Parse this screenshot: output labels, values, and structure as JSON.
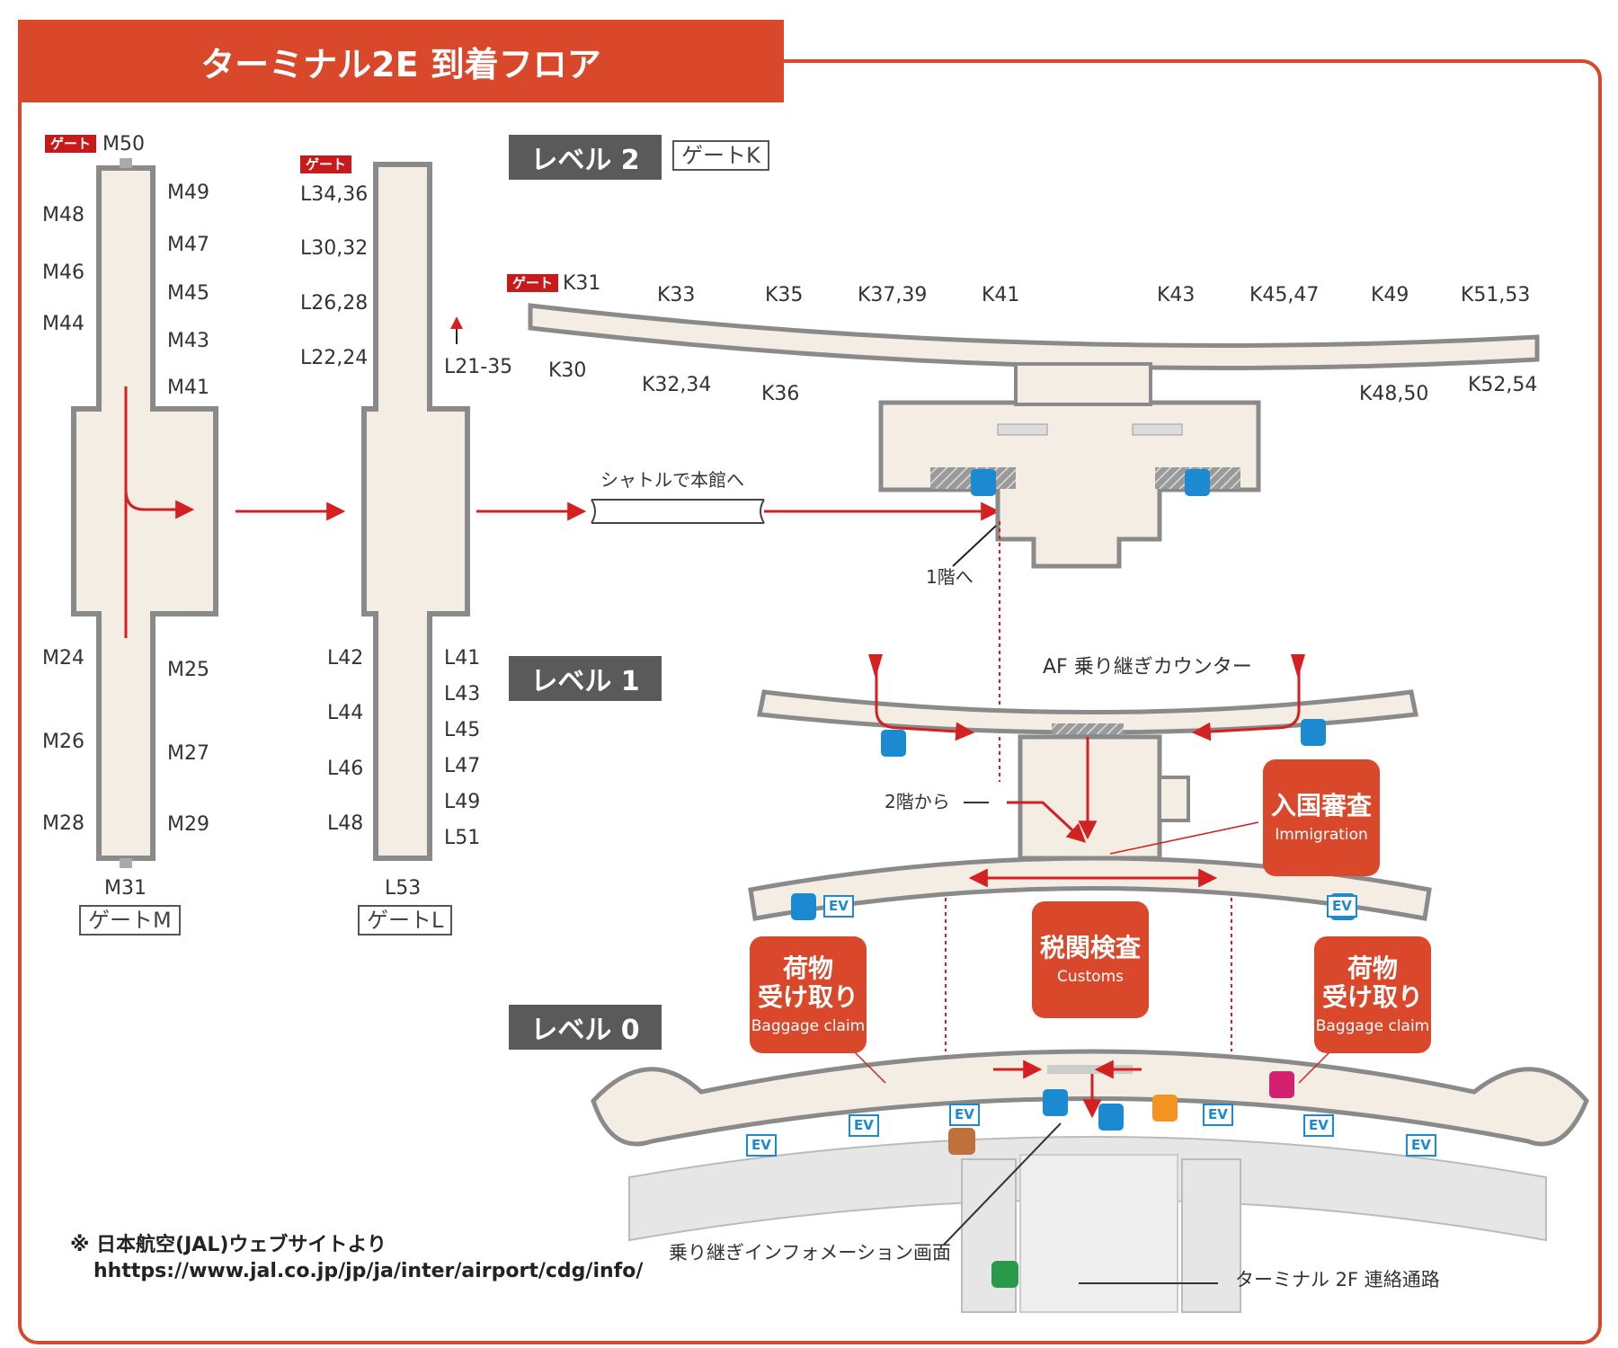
{
  "title": "ターミナル2E 到着フロア",
  "gate_tag": "ゲート",
  "levels": {
    "l2": "レベル 2",
    "l1": "レベル 1",
    "l0": "レベル 0"
  },
  "gate_boxes": {
    "k": "ゲートK",
    "m": "ゲートM",
    "l": "ゲートL"
  },
  "m_pier": {
    "top": "M50",
    "bottom": "M31",
    "left_gates": [
      "M48",
      "M46",
      "M44",
      "M24",
      "M26",
      "M28"
    ],
    "right_gates": [
      "M49",
      "M47",
      "M45",
      "M43",
      "M41",
      "M25",
      "M27",
      "M29"
    ]
  },
  "l_pier": {
    "bottom": "L53",
    "left_gates": [
      "L34,36",
      "L30,32",
      "L26,28",
      "L22,24",
      "L42",
      "L44",
      "L46",
      "L48"
    ],
    "right_gates": [
      "L41",
      "L43",
      "L45",
      "L47",
      "L49",
      "L51"
    ],
    "arrow_label": "L21-35"
  },
  "k_pier": {
    "top_gates": [
      "K31",
      "K33",
      "K35",
      "K37,39",
      "K41",
      "K43",
      "K45,47",
      "K49",
      "K51,53"
    ],
    "bottom_gates": [
      "K30",
      "K32,34",
      "K36",
      "K48,50",
      "K52,54"
    ]
  },
  "labels": {
    "shuttle": "シャトルで本館へ",
    "to_floor1": "1階へ",
    "from_floor2": "2階から",
    "af_counter": "AF 乗り継ぎカウンター",
    "transfer_info": "乗り継ぎインフォメーション画面",
    "t2_corridor": "ターミナル 2F 連絡通路",
    "ev": "EV"
  },
  "callouts": {
    "immigration": {
      "jp": "入国審査",
      "en": "Immigration"
    },
    "customs": {
      "jp": "税関検査",
      "en": "Customs"
    },
    "baggage": {
      "jp1": "荷物",
      "jp2": "受け取り",
      "en": "Baggage claim"
    }
  },
  "source_note": {
    "line1": "※ 日本航空(JAL)ウェブサイトより",
    "line2": "hhttps://www.jal.co.jp/jp/ja/inter/airport/cdg/info/"
  },
  "colors": {
    "accent": "#d9482a",
    "route": "#d42020",
    "floor": "#f3ede4",
    "wall": "#8a8a8a",
    "icon_blue": "#1c8ad0"
  }
}
